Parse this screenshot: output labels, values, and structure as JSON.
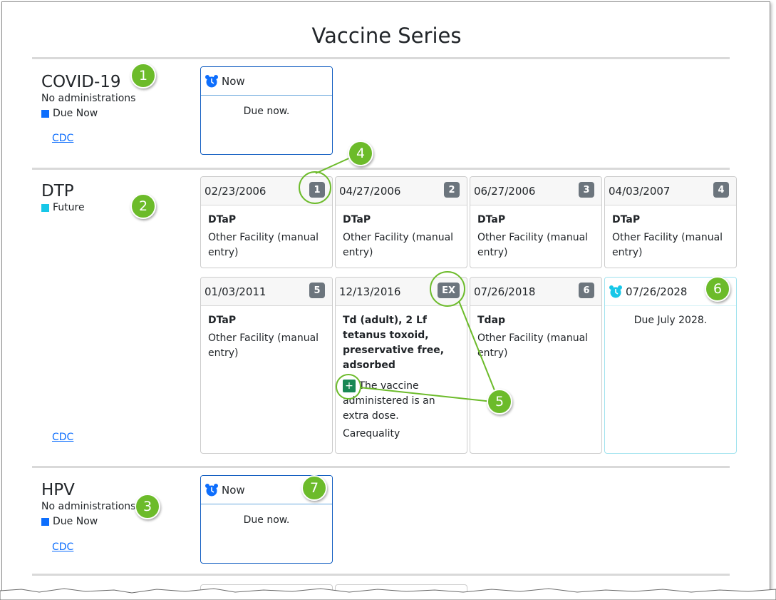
{
  "page": {
    "title": "Vaccine Series"
  },
  "colors": {
    "due_now": "#0d6efd",
    "future": "#17c7e8",
    "callout": "#6cbb2a",
    "badge": "#6c757d"
  },
  "covid": {
    "name": "COVID-19",
    "info": "No administrations",
    "status": "Due Now",
    "link": "CDC",
    "card": {
      "header": "Now",
      "body": "Due now."
    }
  },
  "dtp": {
    "name": "DTP",
    "status": "Future",
    "link": "CDC",
    "cards": [
      {
        "date": "02/23/2006",
        "badge": "1",
        "vaccine": "DTaP",
        "facility": "Other Facility (manual entry)"
      },
      {
        "date": "04/27/2006",
        "badge": "2",
        "vaccine": "DTaP",
        "facility": "Other Facility (manual entry)"
      },
      {
        "date": "06/27/2006",
        "badge": "3",
        "vaccine": "DTaP",
        "facility": "Other Facility (manual entry)"
      },
      {
        "date": "04/03/2007",
        "badge": "4",
        "vaccine": "DTaP",
        "facility": "Other Facility (manual entry)"
      },
      {
        "date": "01/03/2011",
        "badge": "5",
        "vaccine": "DTaP",
        "facility": "Other Facility (manual entry)"
      },
      {
        "date": "12/13/2016",
        "badge": "EX",
        "vaccine": "Td (adult), 2 Lf tetanus toxoid, preservative free, adsorbed",
        "note": "The vaccine administered is an extra dose.",
        "facility": "Carequality"
      },
      {
        "date": "07/26/2018",
        "badge": "6",
        "vaccine": "Tdap",
        "facility": "Other Facility (manual entry)"
      }
    ],
    "future_card": {
      "date": "07/26/2028",
      "body": "Due July 2028."
    }
  },
  "hpv": {
    "name": "HPV",
    "info": "No administrations",
    "status": "Due Now",
    "link": "CDC",
    "card": {
      "header": "Now",
      "body": "Due now."
    }
  },
  "callouts": [
    "1",
    "2",
    "3",
    "4",
    "5",
    "6",
    "7"
  ]
}
